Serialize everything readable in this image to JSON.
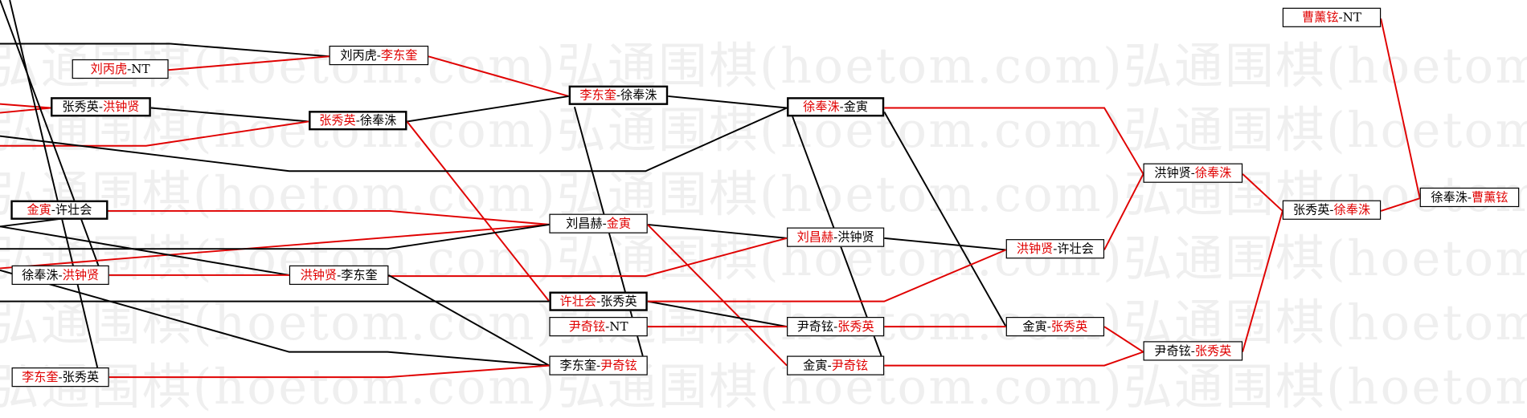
{
  "watermark": "弘通围棋(hoetom.com)弘通围棋(hoetom.com)弘通围棋(hoetom.com)",
  "colors": {
    "winner": "#e00000",
    "line_win": "#e00000",
    "line_loss": "#000000"
  },
  "games": [
    {
      "a": "刘丙虎",
      "sep": "-",
      "b": "NT",
      "winner": "a"
    },
    {
      "a": "刘丙虎",
      "sep": "-",
      "b": "李东奎",
      "winner": "b"
    },
    {
      "a": "张秀英",
      "sep": "-",
      "b": "洪钟贤",
      "winner": "b"
    },
    {
      "a": "张秀英",
      "sep": "-",
      "b": "徐奉洙",
      "winner": "a"
    },
    {
      "a": "金寅",
      "sep": "-",
      "b": "许壮会",
      "winner": "a"
    },
    {
      "a": "徐奉洙",
      "sep": "-",
      "b": "洪钟贤",
      "winner": "b"
    },
    {
      "a": "洪钟贤",
      "sep": "-",
      "b": "李东奎",
      "winner": "a"
    },
    {
      "a": "李东奎",
      "sep": "-",
      "b": "张秀英",
      "winner": "a"
    },
    {
      "a": "李东奎",
      "sep": "-",
      "b": "徐奉洙",
      "winner": "a"
    },
    {
      "a": "刘昌赫",
      "sep": "-",
      "b": "金寅",
      "winner": "b"
    },
    {
      "a": "许壮会",
      "sep": "-",
      "b": "张秀英",
      "winner": "a"
    },
    {
      "a": "尹奇铉",
      "sep": "-",
      "b": "NT",
      "winner": "a"
    },
    {
      "a": "李东奎",
      "sep": "-",
      "b": "尹奇铉",
      "winner": "b"
    },
    {
      "a": "徐奉洙",
      "sep": "-",
      "b": "金寅",
      "winner": "a"
    },
    {
      "a": "刘昌赫",
      "sep": "-",
      "b": "洪钟贤",
      "winner": "a"
    },
    {
      "a": "尹奇铉",
      "sep": "-",
      "b": "张秀英",
      "winner": "b"
    },
    {
      "a": "金寅",
      "sep": "-",
      "b": "尹奇铉",
      "winner": "b"
    },
    {
      "a": "洪钟贤",
      "sep": "-",
      "b": "许壮会",
      "winner": "a"
    },
    {
      "a": "金寅",
      "sep": "-",
      "b": "张秀英",
      "winner": "b"
    },
    {
      "a": "洪钟贤",
      "sep": "-",
      "b": "徐奉洙",
      "winner": "b"
    },
    {
      "a": "尹奇铉",
      "sep": "-",
      "b": "张秀英",
      "winner": "b"
    },
    {
      "a": "张秀英",
      "sep": "-",
      "b": "徐奉洙",
      "winner": "b"
    },
    {
      "a": "曹薰铉",
      "sep": "-",
      "b": "NT",
      "winner": "a"
    },
    {
      "a": "徐奉洙",
      "sep": "-",
      "b": "曹薰铉",
      "winner": "b"
    }
  ]
}
